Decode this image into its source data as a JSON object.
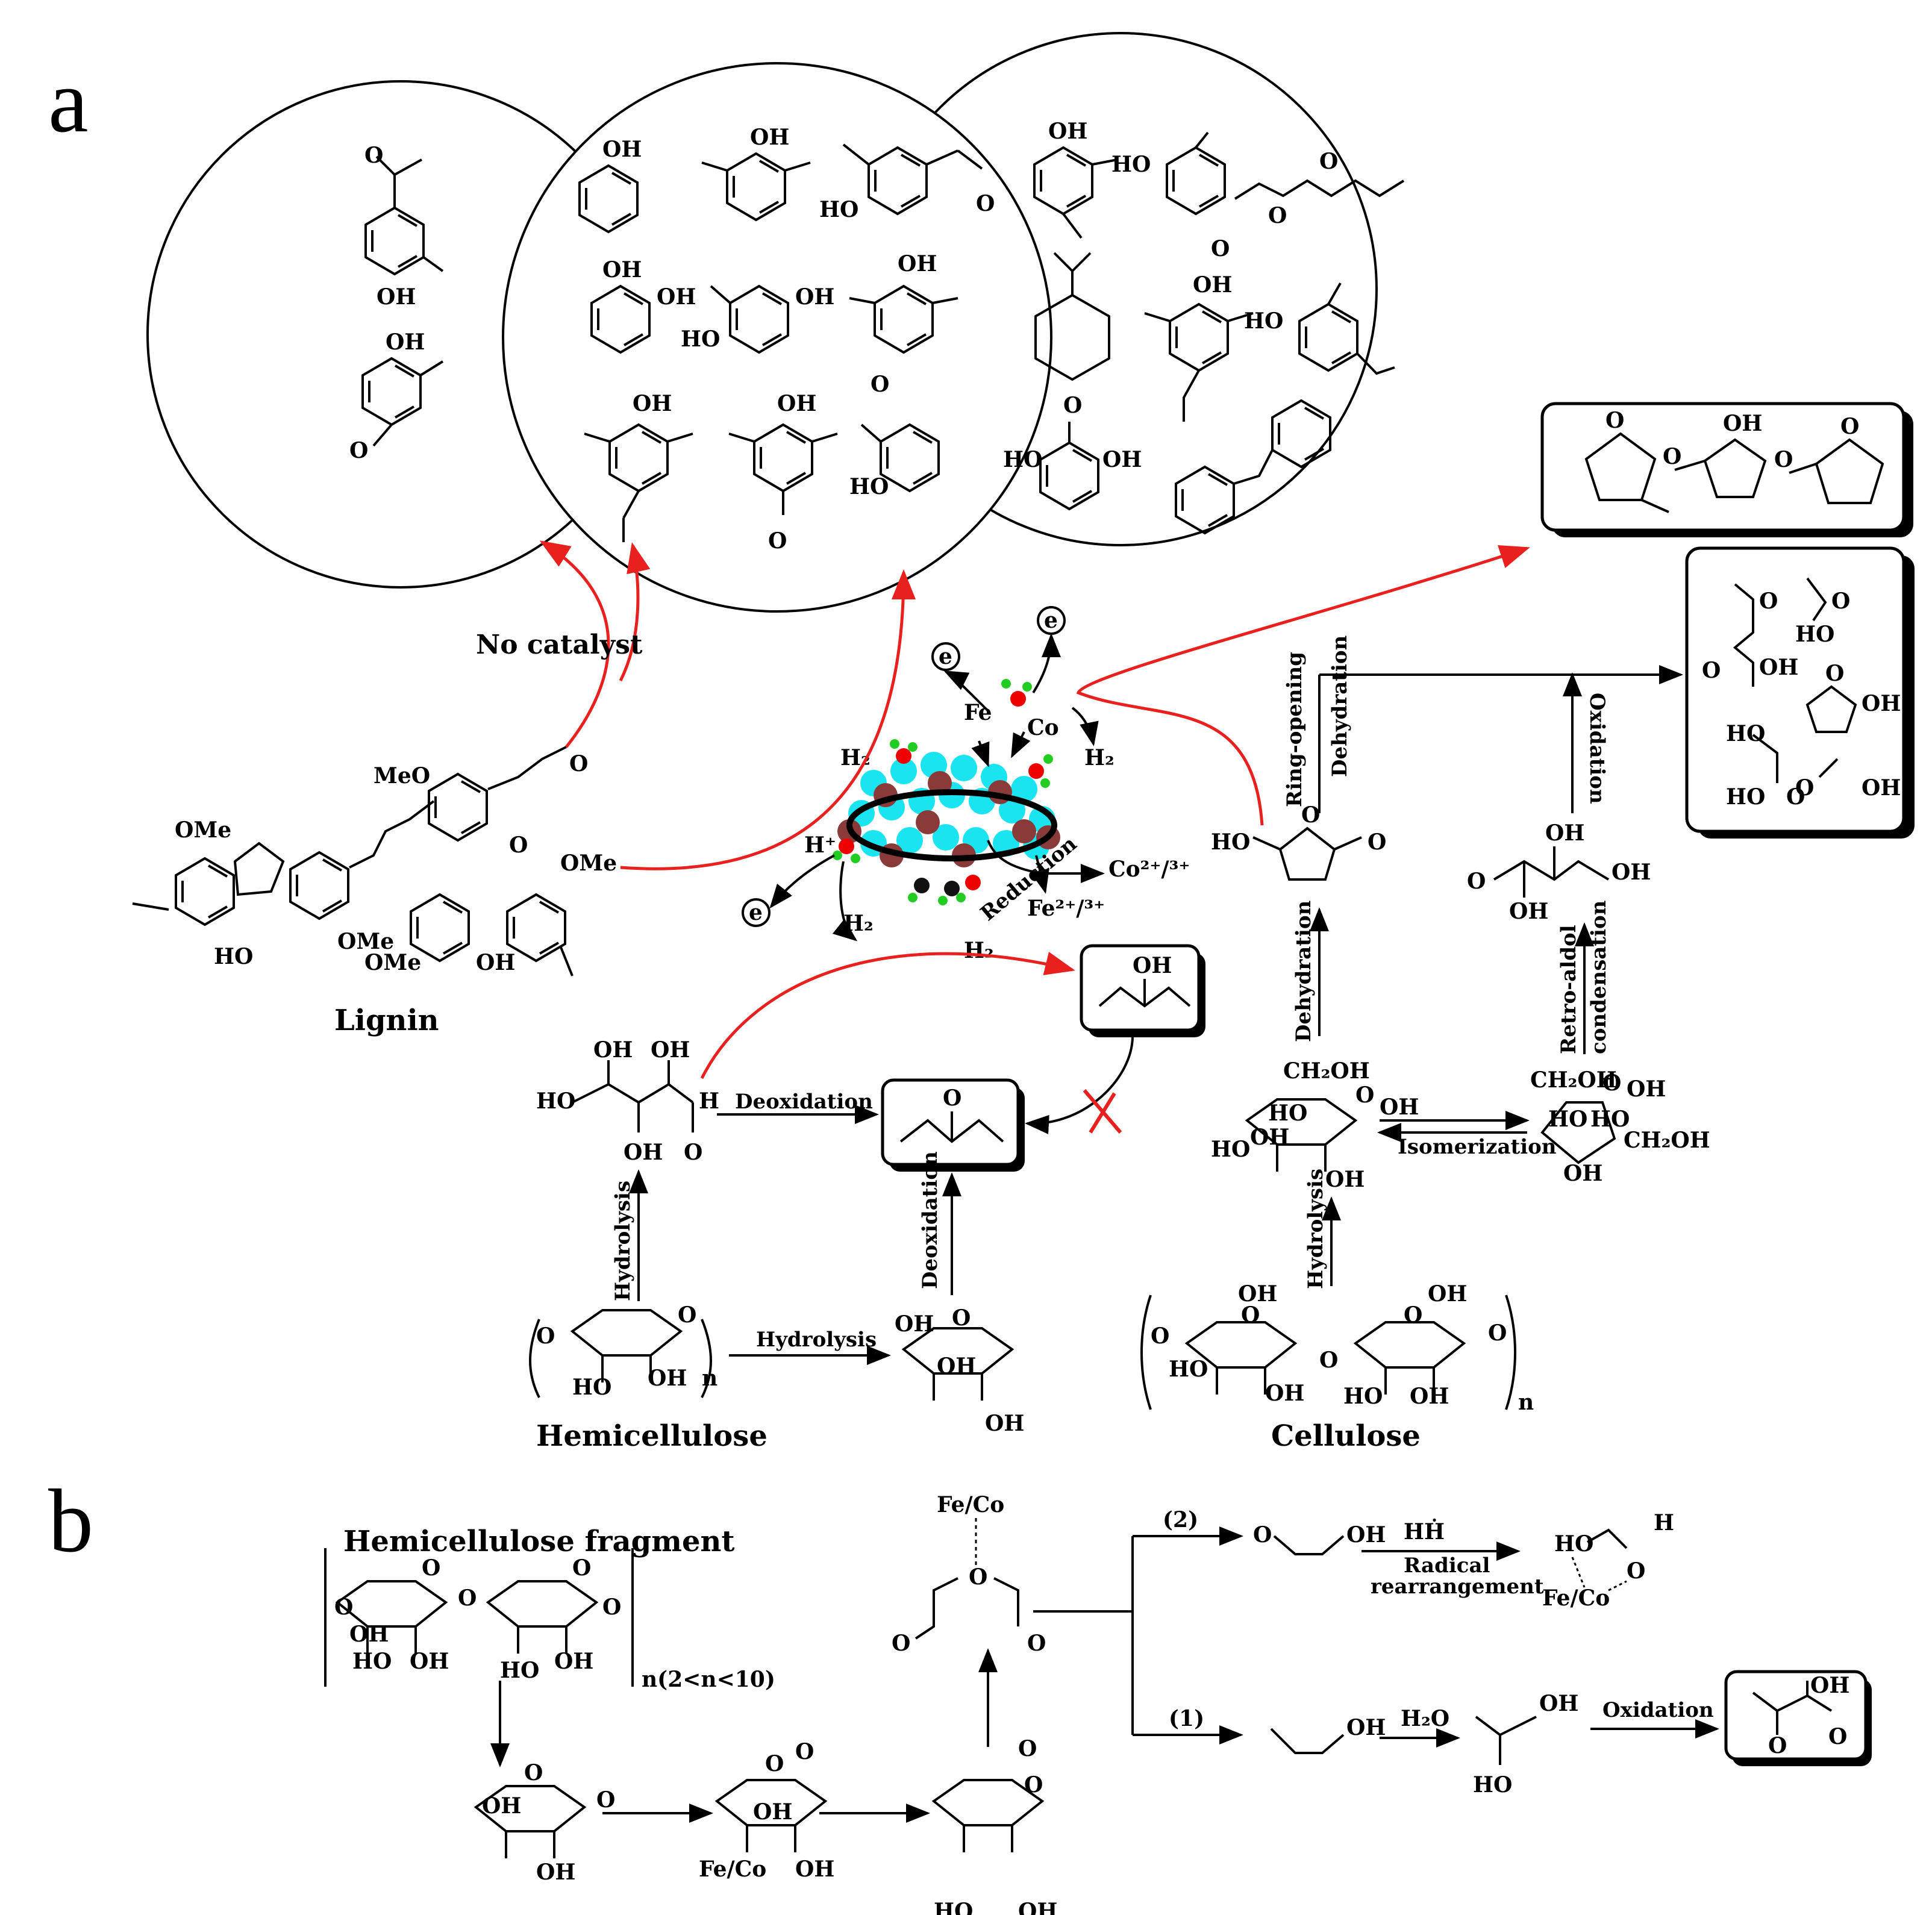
{
  "panels": {
    "a": "a",
    "b": "b"
  },
  "feedstocks": {
    "lignin": "Lignin",
    "hemicellulose": "Hemicellulose",
    "cellulose": "Cellulose",
    "hemicellulose_fragment": "Hemicellulose fragment"
  },
  "lignin_groups": {
    "ome": "OMe",
    "meo": "MeO",
    "ho": "HO",
    "oh": "OH",
    "o": "O"
  },
  "red_path": {
    "no_catalyst": "No catalyst"
  },
  "catalyst": {
    "e": "e",
    "fe": "Fe",
    "co": "Co",
    "h2": "H₂",
    "h_plus": "H⁺",
    "co_ion": "Co²⁺/³⁺",
    "fe_ion": "Fe²⁺/³⁺",
    "reduction": "Reduction"
  },
  "steps": {
    "hydrolysis": "Hydrolysis",
    "deoxidation": "Deoxidation",
    "dehydration": "Dehydration",
    "ring_opening": "Ring-opening",
    "isomerization": "Isomerization",
    "retro_aldol": "Retro-aldol",
    "condensation": "condensation",
    "oxidation": "Oxidation",
    "radical": "Radical",
    "rearrangement": "rearrangement",
    "h2o": "H₂O",
    "hh": "HḢ"
  },
  "atoms": {
    "oh": "OH",
    "ho": "HO",
    "o": "O",
    "h": "H",
    "n": "n",
    "ch2oh": "CH₂OH",
    "fe_co": "Fe/Co",
    "n_range": "n(2<n<10)",
    "route1": "(1)",
    "route2": "(2)"
  }
}
